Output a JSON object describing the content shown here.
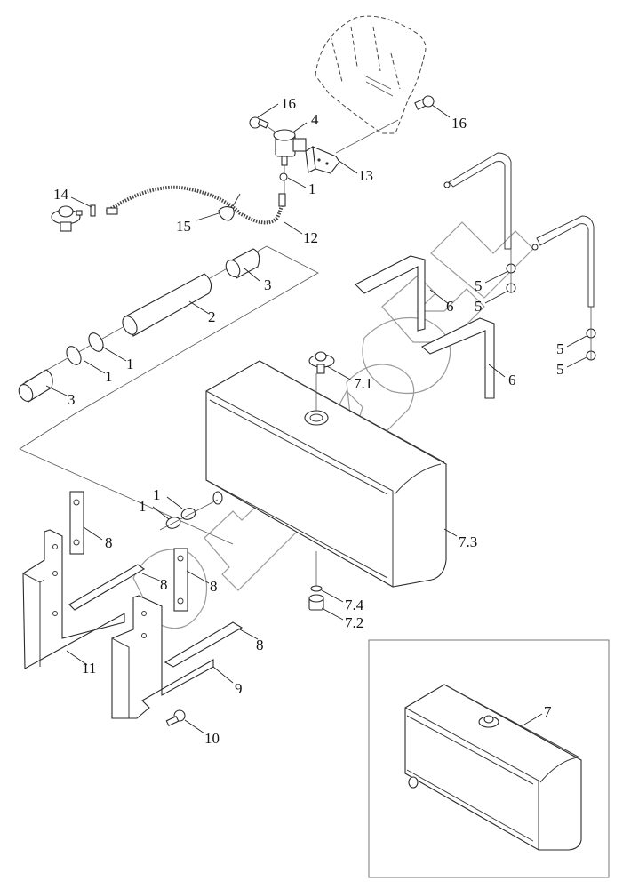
{
  "diagram": {
    "title": "Fuel tank assembly — exploded parts view",
    "watermark": "ВИВОН",
    "callouts": [
      {
        "id": "c-16a",
        "text": "16",
        "part": "bolt"
      },
      {
        "id": "c-4",
        "text": "4",
        "part": "fuel-filter-housing"
      },
      {
        "id": "c-16b",
        "text": "16",
        "part": "bolt"
      },
      {
        "id": "c-13",
        "text": "13",
        "part": "mounting-bracket"
      },
      {
        "id": "c-1a",
        "text": "1",
        "part": "hose-clamp"
      },
      {
        "id": "c-14",
        "text": "14",
        "part": "clamp"
      },
      {
        "id": "c-15",
        "text": "15",
        "part": "hose-clip"
      },
      {
        "id": "c-12",
        "text": "12",
        "part": "fuel-hose"
      },
      {
        "id": "c-3a",
        "text": "3",
        "part": "hose-sleeve"
      },
      {
        "id": "c-2",
        "text": "2",
        "part": "fuel-pipe"
      },
      {
        "id": "c-1b",
        "text": "1",
        "part": "hose-clamp"
      },
      {
        "id": "c-1c",
        "text": "1",
        "part": "hose-clamp"
      },
      {
        "id": "c-3b",
        "text": "3",
        "part": "hose-sleeve"
      },
      {
        "id": "c-5a",
        "text": "5",
        "part": "nut"
      },
      {
        "id": "c-5b",
        "text": "5",
        "part": "nut"
      },
      {
        "id": "c-6a",
        "text": "6",
        "part": "tank-strap-bracket"
      },
      {
        "id": "c-5c",
        "text": "5",
        "part": "nut"
      },
      {
        "id": "c-5d",
        "text": "5",
        "part": "nut"
      },
      {
        "id": "c-6b",
        "text": "6",
        "part": "tank-strap-bracket"
      },
      {
        "id": "c-71",
        "text": "7.1",
        "part": "fuel-level-sender"
      },
      {
        "id": "c-73",
        "text": "7.3",
        "part": "fuel-tank-body"
      },
      {
        "id": "c-74",
        "text": "7.4",
        "part": "drain-washer"
      },
      {
        "id": "c-72",
        "text": "7.2",
        "part": "drain-plug"
      },
      {
        "id": "c-1d",
        "text": "1",
        "part": "hose-clamp"
      },
      {
        "id": "c-1e",
        "text": "1",
        "part": "hose-clamp"
      },
      {
        "id": "c-8a",
        "text": "8",
        "part": "spacer-plate"
      },
      {
        "id": "c-8b",
        "text": "8",
        "part": "spacer-plate"
      },
      {
        "id": "c-8c",
        "text": "8",
        "part": "spacer-plate"
      },
      {
        "id": "c-8d",
        "text": "8",
        "part": "spacer-plate"
      },
      {
        "id": "c-11",
        "text": "11",
        "part": "tank-support-bracket"
      },
      {
        "id": "c-9",
        "text": "9",
        "part": "tank-support-bracket"
      },
      {
        "id": "c-10",
        "text": "10",
        "part": "bolt"
      }
    ],
    "inset": {
      "callout": {
        "text": "7",
        "part": "fuel-tank-assembly"
      }
    }
  }
}
